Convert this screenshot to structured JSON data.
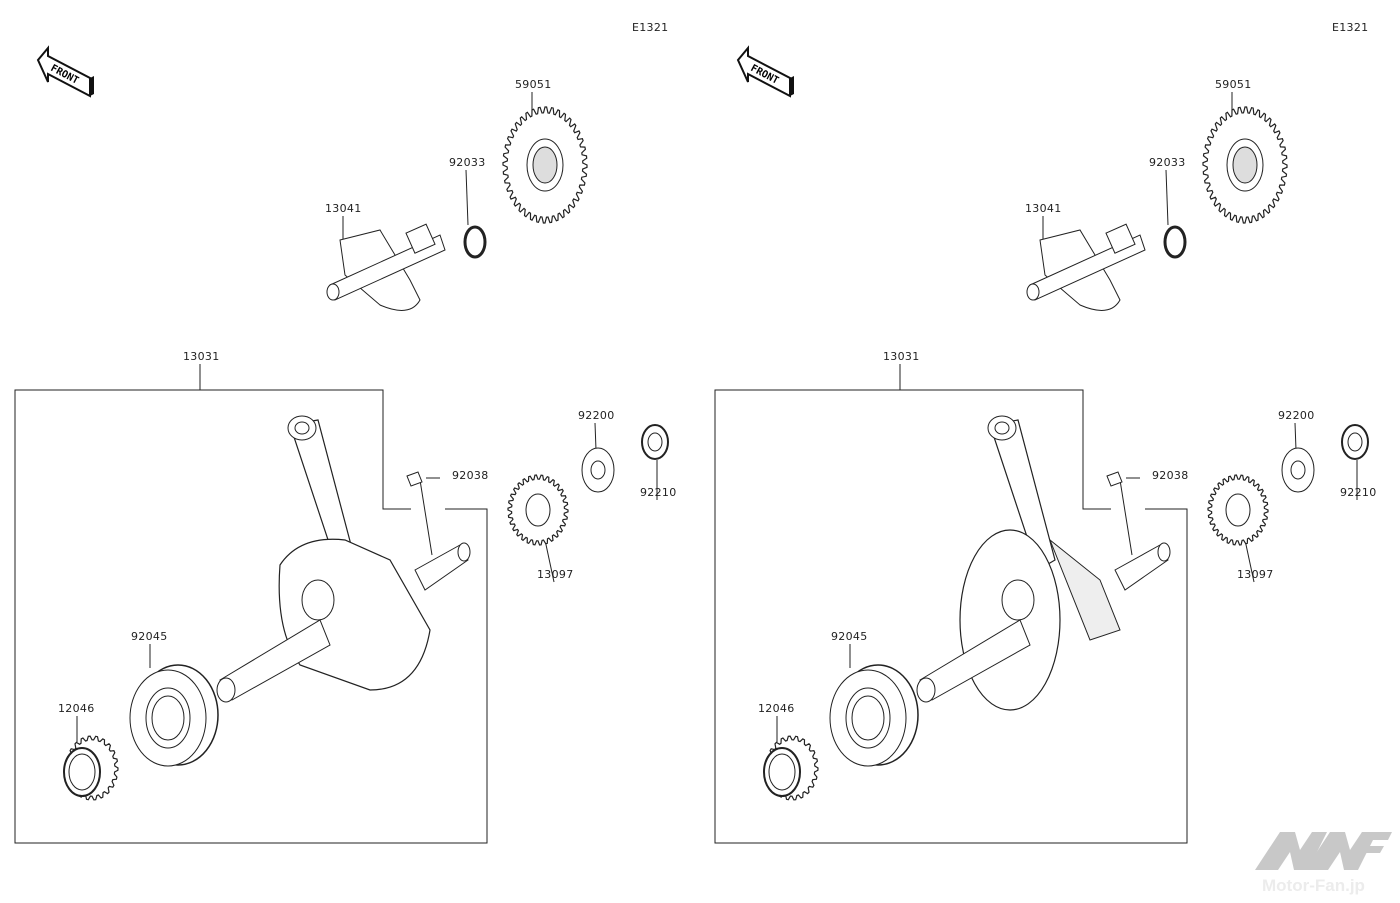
{
  "panels": [
    {
      "diagram_code": "E1321",
      "front_label": "FRONT",
      "parts": {
        "p59051": "59051",
        "p92033": "92033",
        "p13041": "13041",
        "p13031": "13031",
        "p92200": "92200",
        "p92038": "92038",
        "p92210": "92210",
        "p13097": "13097",
        "p92045": "92045",
        "p12046": "12046"
      }
    },
    {
      "diagram_code": "E1321",
      "front_label": "FRONT",
      "parts": {
        "p59051": "59051",
        "p92033": "92033",
        "p13041": "13041",
        "p13031": "13031",
        "p92200": "92200",
        "p92038": "92038",
        "p92210": "92210",
        "p13097": "13097",
        "p92045": "92045",
        "p12046": "12046"
      }
    }
  ],
  "watermark": "Motor-Fan.jp",
  "colors": {
    "line": "#222222",
    "fill": "#ffffff",
    "watermark": "#d0d0d0"
  }
}
